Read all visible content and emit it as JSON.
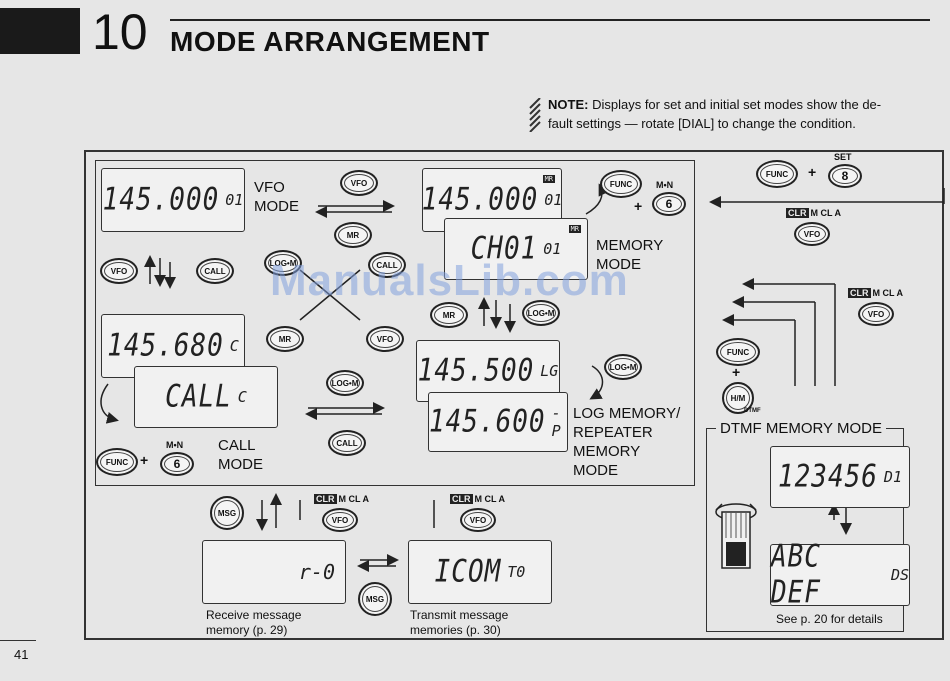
{
  "header": {
    "chapter_number": "10",
    "chapter_title": "MODE ARRANGEMENT"
  },
  "note": {
    "label": "NOTE:",
    "text": "Displays for set and initial set modes show the de-",
    "text2": "fault settings — rotate [DIAL] to change the condition."
  },
  "displays": {
    "vfo": {
      "main": "145.000",
      "sub": "01"
    },
    "mr_top": {
      "main": "145.000",
      "sub": "01",
      "badge": "MR"
    },
    "mr_ch": {
      "main": "CH01",
      "sub": "01",
      "badge": "MR"
    },
    "call_top": {
      "main": "145.680",
      "sub": "C"
    },
    "call_name": {
      "main": "CALL",
      "sub": "C"
    },
    "log_top": {
      "main": "145.500",
      "sub": "LG"
    },
    "log_rp": {
      "main": "145.600",
      "sub": "-P"
    },
    "rx_msg": {
      "main": "r-0"
    },
    "tx_msg": {
      "main": "ICOM",
      "sub": "T0"
    },
    "dtmf_num": {
      "main": "123456",
      "sub": "D1"
    },
    "dtmf_alpha": {
      "main": "ABC DEF",
      "sub": "DS"
    }
  },
  "labels": {
    "vfo_mode": "VFO\nMODE",
    "memory_mode": "MEMORY\nMODE",
    "call_mode": "CALL\nMODE",
    "log_mode": "LOG MEMORY/\nREPEATER\nMEMORY\nMODE",
    "dtmf_mode": "DTMF MEMORY MODE",
    "rx_caption": "Receive message\nmemory (p. 29)",
    "tx_caption": "Transmit message\nmemories (p. 30)",
    "dtmf_caption": "See p. 20 for details"
  },
  "buttons": {
    "vfo": "VFO",
    "mr": "MR",
    "call": "CALL",
    "logm": "LOG•M",
    "func": "FUNC",
    "msg": "MSG",
    "six": "6",
    "eight": "8",
    "hm": "H/M",
    "mn_label": "M•N",
    "set_label": "SET",
    "clr": "CLR",
    "mcla": "M CL A",
    "plus": "+",
    "dtmf_sub": "DTMF"
  },
  "footer": {
    "page_number": "41"
  },
  "watermark": "ManualsLib.com"
}
